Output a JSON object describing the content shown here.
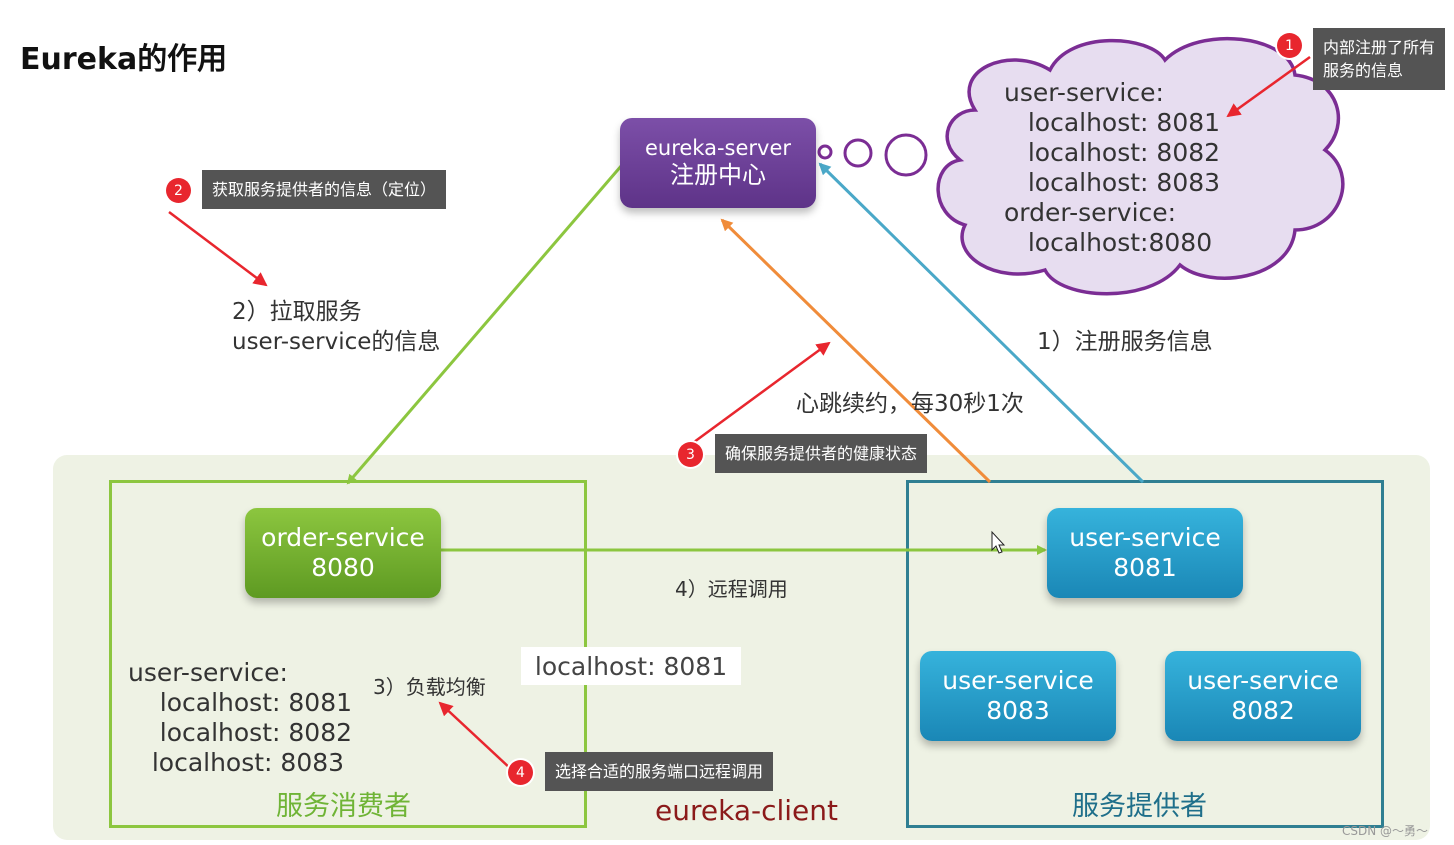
{
  "title": "Eureka的作用",
  "server_node": {
    "line1": "eureka-server",
    "line2": "注册中心"
  },
  "cloud": {
    "lines": [
      "user-service:",
      "   localhost: 8081",
      "   localhost: 8082",
      "   localhost: 8083",
      "order-service:",
      "   localhost:8080"
    ]
  },
  "consumer": {
    "node_name": "order-service",
    "node_port": "8080",
    "lb_list": [
      "user-service:",
      "    localhost: 8081",
      "    localhost: 8082",
      "   localhost: 8083"
    ],
    "group_label": "服务消费者"
  },
  "providers": {
    "node_8081": {
      "name": "user-service",
      "port": "8081"
    },
    "node_8083": {
      "name": "user-service",
      "port": "8083"
    },
    "node_8082": {
      "name": "user-service",
      "port": "8082"
    },
    "group_label": "服务提供者"
  },
  "client_label": "eureka-client",
  "edge_labels": {
    "register": "1）注册服务信息",
    "pull_line1": "2）拉取服务",
    "pull_line2": "user-service的信息",
    "heartbeat": "心跳续约，每30秒1次",
    "load_balance": "3）负载均衡",
    "remote_call": "4）远程调用"
  },
  "resolved_address": "localhost: 8081",
  "callouts": [
    {
      "num": "1",
      "text_line1": "内部注册了所有",
      "text_line2": "服务的信息"
    },
    {
      "num": "2",
      "text": "获取服务提供者的信息（定位）"
    },
    {
      "num": "3",
      "text": "确保服务提供者的健康状态"
    },
    {
      "num": "4",
      "text": "选择合适的服务端口远程调用"
    }
  ],
  "watermark": "CSDN @～勇～",
  "colors": {
    "green": "#8cc63f",
    "blue": "#4aa8c8",
    "orange": "#f08c3a",
    "red": "#e8262e",
    "purple": "#7c4fa8"
  }
}
